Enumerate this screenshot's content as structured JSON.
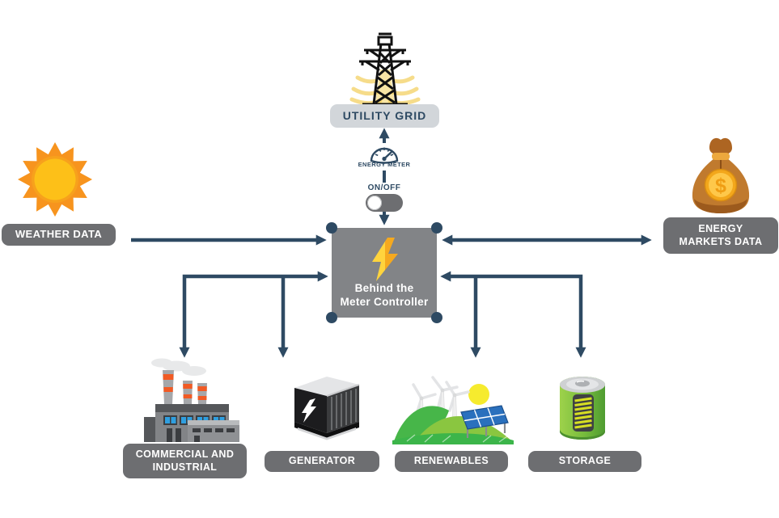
{
  "palette": {
    "arrow_navy": "#2e4a63",
    "label_gray": "#6d6e71",
    "utility_label_bg": "#d2d6da",
    "controller_gray": "#828487",
    "bolt_yellow": "#ffd43d",
    "bolt_orange": "#f5a91f",
    "sun_orange": "#f7941e",
    "money_brown": "#c07a2e",
    "renewable_green": "#3cb54a",
    "battery_green": "#76bb3c",
    "chimney_orange": "#f15a24",
    "window_blue": "#2f9fe0"
  },
  "nodes": {
    "utility_grid": {
      "label": "UTILITY GRID"
    },
    "energy_meter": {
      "label": "ENERGY METER"
    },
    "on_off": {
      "label": "ON/OFF"
    },
    "controller": {
      "line1": "Behind the",
      "line2": "Meter Controller"
    },
    "weather": {
      "label": "WEATHER DATA"
    },
    "markets": {
      "line1": "ENERGY",
      "line2": "MARKETS DATA",
      "coin_symbol": "$"
    },
    "commercial": {
      "line1": "COMMERCIAL AND",
      "line2": "INDUSTRIAL"
    },
    "generator": {
      "label": "GENERATOR"
    },
    "renewables": {
      "label": "RENEWABLES"
    },
    "storage": {
      "label": "STORAGE"
    }
  }
}
